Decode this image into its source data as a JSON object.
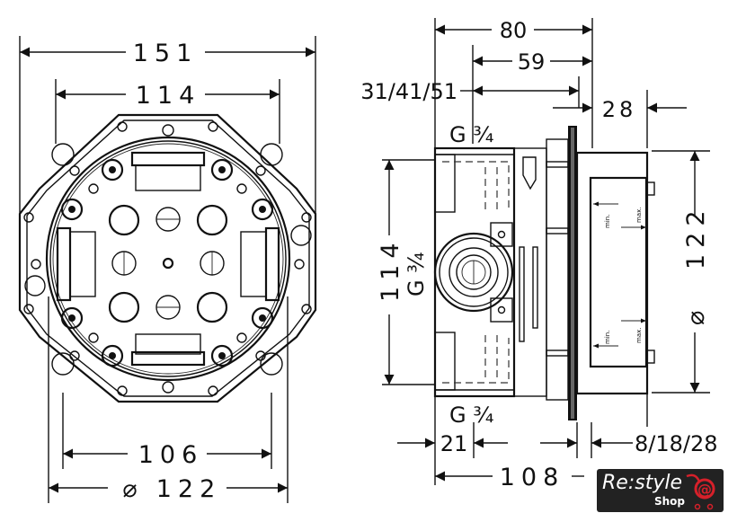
{
  "drawing": {
    "front_view": {
      "overall_width": "151",
      "inner_width": "114",
      "mount_width": "106",
      "diameter_symbol": "⌀",
      "diameter": "122"
    },
    "side_view": {
      "total_depth": "80",
      "depth_59": "59",
      "adjust_range": "31/41/51",
      "plate_offset": "28",
      "thread_top": "G ¾",
      "thread_mid": "G ¾",
      "thread_bottom": "G ¾",
      "height": "114",
      "diameter_symbol": "⌀",
      "diameter": "122",
      "min_label": "min.",
      "max_label": "max.",
      "front_21": "21",
      "cover_range": "8/18/28",
      "total_108": "108"
    }
  },
  "logo": {
    "text": "Re:style",
    "sub": "Shop",
    "symbol": "@",
    "accent_color": "#d6202a",
    "bg_color": "#222222"
  }
}
